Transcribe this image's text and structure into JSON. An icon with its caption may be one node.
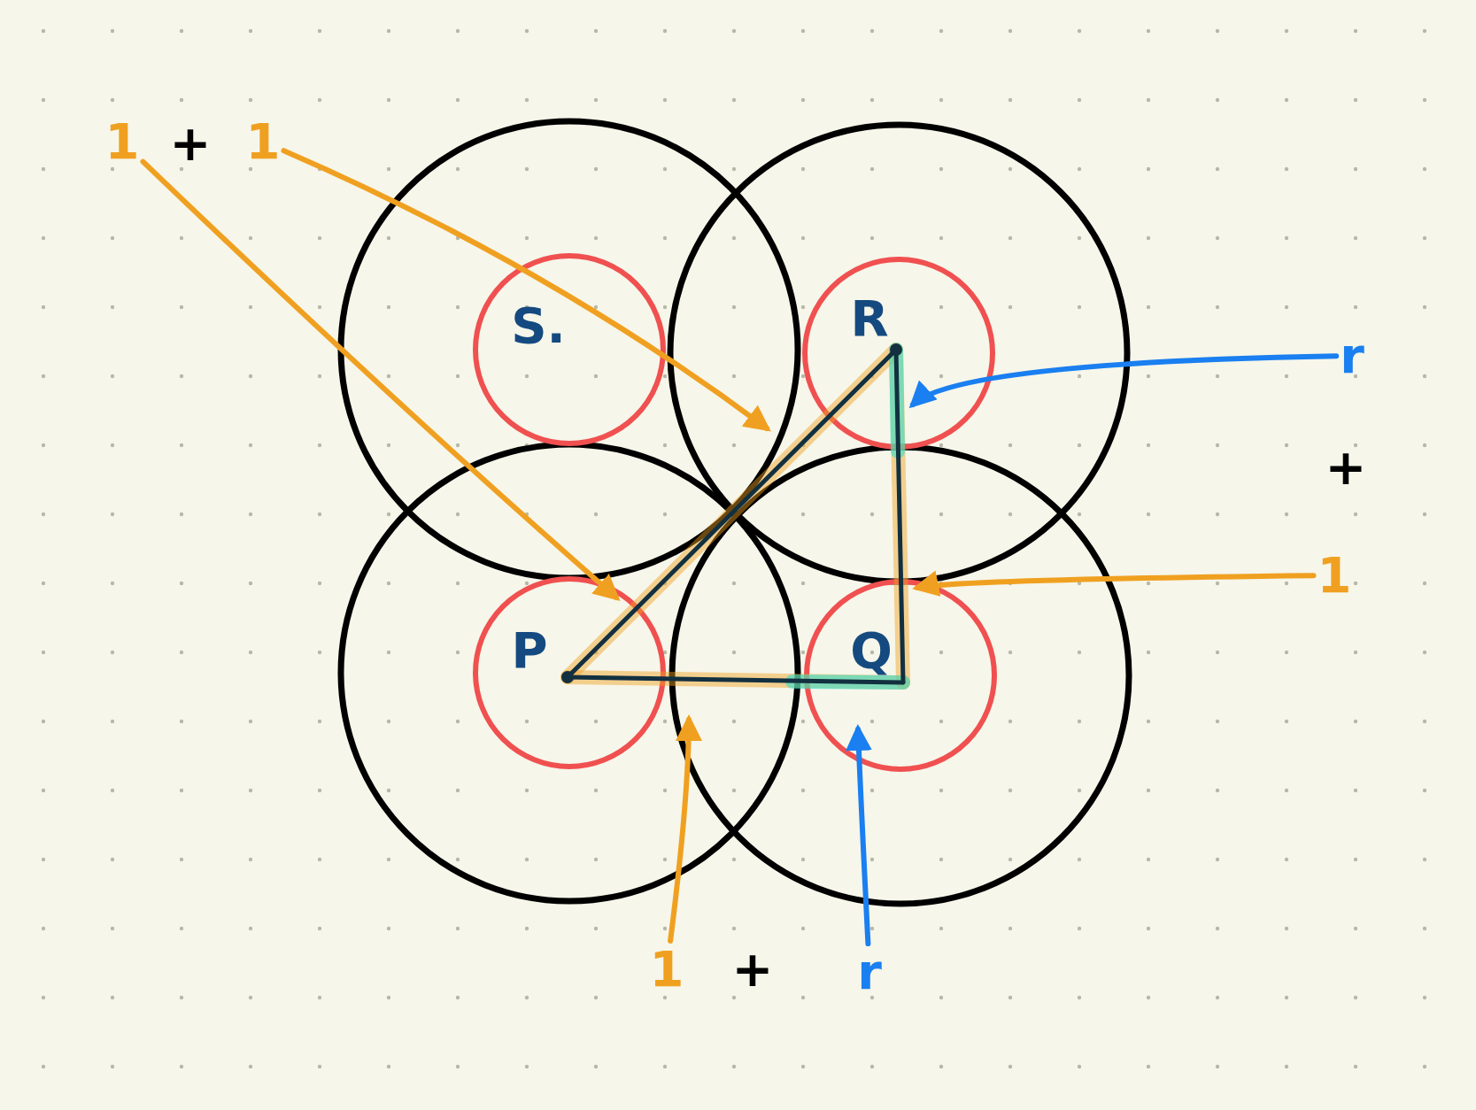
{
  "diagram": {
    "nodes": [
      {
        "text": [
          "1"
        ]
      },
      {
        "text": [
          "1"
        ]
      },
      {
        "text": [],
        "shape": "picture"
      },
      {
        "text": [
          "r"
        ]
      },
      {
        "text": [
          "1"
        ]
      },
      {
        "text": [
          "1"
        ]
      },
      {
        "text": [
          "r"
        ]
      }
    ],
    "edges": [
      {
        "from": 1,
        "to": 2,
        "arrow": "to"
      },
      {
        "from": 0,
        "to": 2,
        "arrow": "to"
      },
      {
        "from": 3,
        "to": 2,
        "arrow": "to",
        "color": "#1a7ff0"
      },
      {
        "from": 4,
        "to": 2,
        "arrow": "to"
      },
      {
        "from": 5,
        "to": 2,
        "arrow": "to"
      },
      {
        "from": 6,
        "to": 2,
        "arrow": "to",
        "color": "#1a7ff0"
      }
    ],
    "labels": [
      "+",
      "S.",
      "R",
      "+",
      "P",
      "Q",
      "+"
    ]
  }
}
